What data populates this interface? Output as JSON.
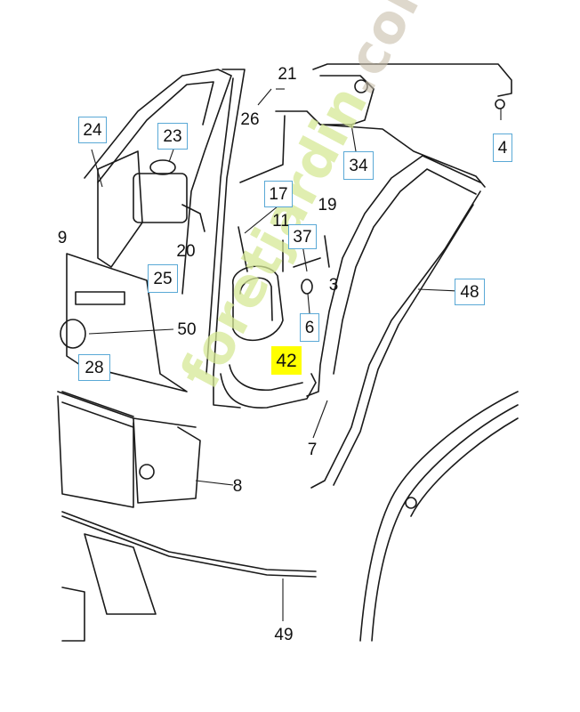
{
  "diagram": {
    "callouts": [
      {
        "id": "21",
        "label": "21",
        "boxed": false
      },
      {
        "id": "26",
        "label": "26",
        "boxed": false
      },
      {
        "id": "24",
        "label": "24",
        "boxed": true
      },
      {
        "id": "23",
        "label": "23",
        "boxed": true
      },
      {
        "id": "4",
        "label": "4",
        "boxed": true
      },
      {
        "id": "34",
        "label": "34",
        "boxed": true
      },
      {
        "id": "17",
        "label": "17",
        "boxed": true
      },
      {
        "id": "19",
        "label": "19",
        "boxed": false
      },
      {
        "id": "11",
        "label": "11",
        "boxed": false
      },
      {
        "id": "37",
        "label": "37",
        "boxed": true
      },
      {
        "id": "9",
        "label": "9",
        "boxed": false
      },
      {
        "id": "20",
        "label": "20",
        "boxed": false
      },
      {
        "id": "25",
        "label": "25",
        "boxed": true
      },
      {
        "id": "3",
        "label": "3",
        "boxed": false
      },
      {
        "id": "48",
        "label": "48",
        "boxed": true
      },
      {
        "id": "50",
        "label": "50",
        "boxed": false
      },
      {
        "id": "6",
        "label": "6",
        "boxed": true
      },
      {
        "id": "42",
        "label": "42",
        "boxed": false,
        "highlighted": true
      },
      {
        "id": "28",
        "label": "28",
        "boxed": true
      },
      {
        "id": "7",
        "label": "7",
        "boxed": false
      },
      {
        "id": "8",
        "label": "8",
        "boxed": false
      },
      {
        "id": "49",
        "label": "49",
        "boxed": false
      }
    ],
    "highlight_color": "#ffff00",
    "box_border_color": "#5aa9d6",
    "line_color": "#1a1a1a"
  },
  "watermark": {
    "part_a": "foretjardin",
    "part_b": ".com",
    "color_a": "#d6e896",
    "color_b": "#c8beaa"
  }
}
